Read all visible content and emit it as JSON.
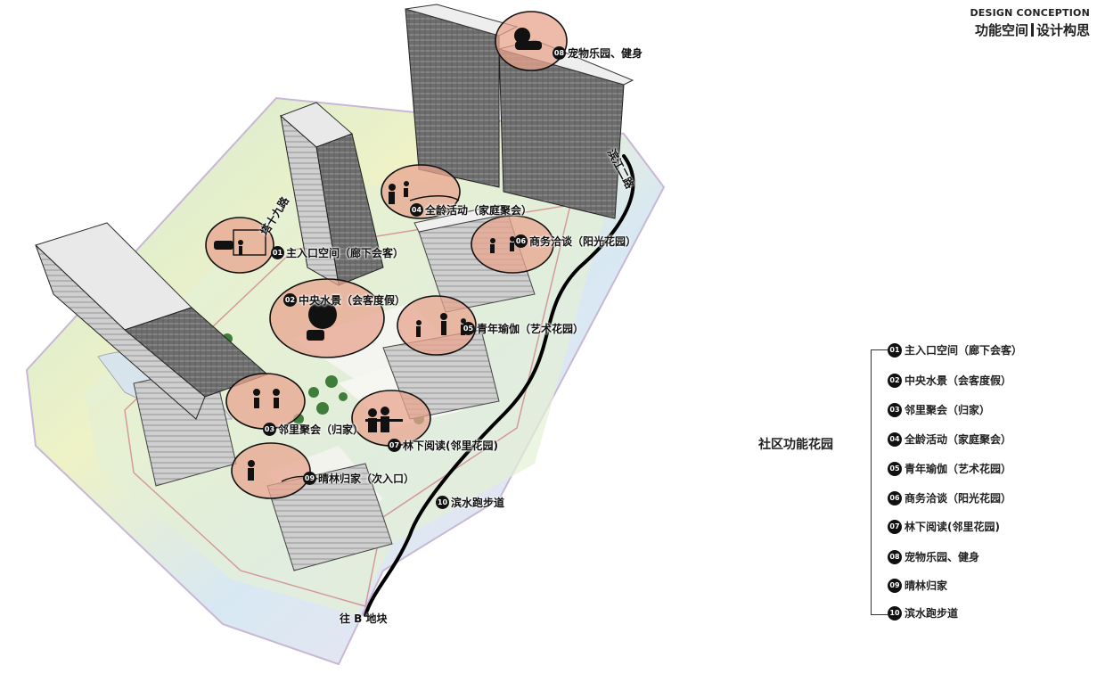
{
  "header": {
    "en": "DESIGN CONCEPTION",
    "cn_left": "功能空间",
    "cn_right": "设计构思"
  },
  "roads": {
    "north": "滨江二路",
    "west": "塔十九路",
    "south": "往 B 地块"
  },
  "map_labels": [
    {
      "num": "01",
      "text": "主入口空间（廊下会客）"
    },
    {
      "num": "02",
      "text": "中央水景（会客度假）"
    },
    {
      "num": "03",
      "text": "邻里聚会（归家）"
    },
    {
      "num": "04",
      "text": "全龄活动（家庭聚会）"
    },
    {
      "num": "05",
      "text": "青年瑜伽（艺术花园）"
    },
    {
      "num": "06",
      "text": "商务洽谈（阳光花园）"
    },
    {
      "num": "07",
      "text": "林下阅读(邻里花园)"
    },
    {
      "num": "08",
      "text": "宠物乐园、健身"
    },
    {
      "num": "09",
      "text": "晴林归家（次入口）"
    },
    {
      "num": "10",
      "text": "滨水跑步道"
    }
  ],
  "legend": {
    "title": "社区功能花园",
    "items": [
      {
        "num": "01",
        "text": "主入口空间（廊下会客）"
      },
      {
        "num": "02",
        "text": "中央水景（会客度假）"
      },
      {
        "num": "03",
        "text": "邻里聚会（归家）"
      },
      {
        "num": "04",
        "text": "全龄活动（家庭聚会）"
      },
      {
        "num": "05",
        "text": "青年瑜伽（艺术花园）"
      },
      {
        "num": "06",
        "text": "商务洽谈（阳光花园）"
      },
      {
        "num": "07",
        "text": "林下阅读(邻里花园)"
      },
      {
        "num": "08",
        "text": "宠物乐园、健身"
      },
      {
        "num": "09",
        "text": "晴林归家"
      },
      {
        "num": "10",
        "text": "滨水跑步道"
      }
    ]
  },
  "colors": {
    "bubble": "#e8a48f",
    "ground": "#dfe9d0",
    "tower": "#6b6b6b",
    "path": "#000000"
  }
}
